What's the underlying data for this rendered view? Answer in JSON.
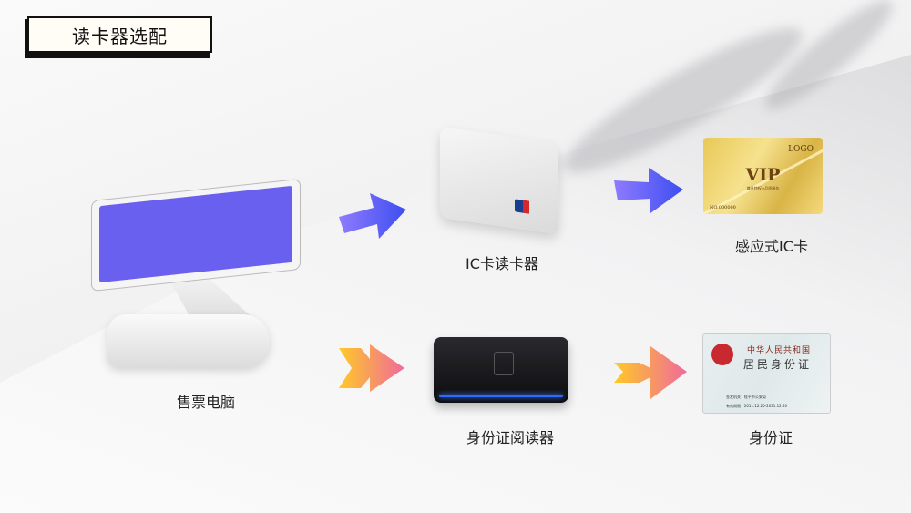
{
  "title": "读卡器选配",
  "labels": {
    "pos": "售票电脑",
    "ic_reader": "IC卡读卡器",
    "ic_card": "感应式IC卡",
    "id_reader": "身份证阅读器",
    "id_card": "身份证"
  },
  "vip_card": {
    "logo": "LOGO",
    "vip": "VIP",
    "slogan": "尊贵特权★品质服务",
    "number": "NO.000000"
  },
  "id_card": {
    "country": "中华人民共和国",
    "name": "居民身份证",
    "authority_label": "签发机关",
    "authority": "桂平市公安局",
    "validity_label": "有效期限",
    "validity": "2011.12.20-2031.12.20"
  },
  "colors": {
    "arrow_blue": "#5b5cf0",
    "arrow_orange": "#f9b233",
    "arrow_pink": "#f06a9b",
    "screen": "#6a60f0"
  }
}
